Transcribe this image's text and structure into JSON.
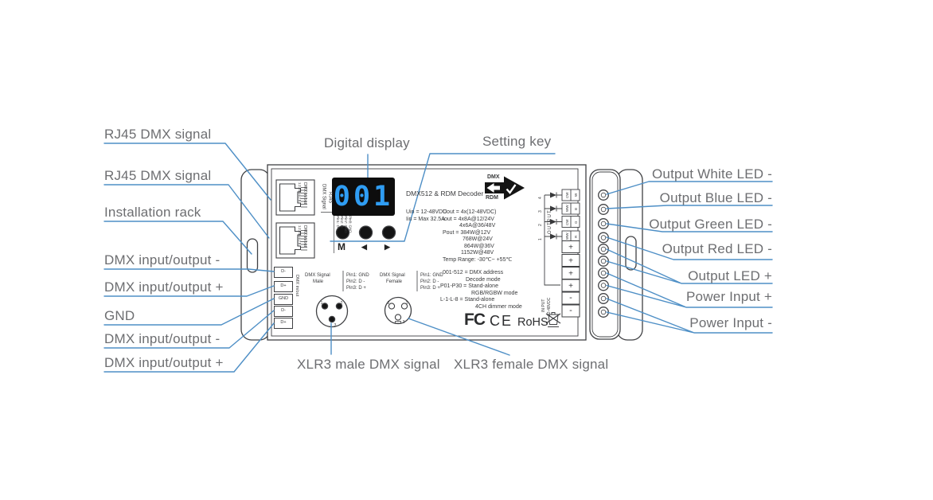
{
  "colors": {
    "callout_line": "#4e8fc6",
    "label_text": "#6d6e71",
    "outline": "#3f4043",
    "display_digits": "#2f9df3",
    "display_bg": "#0d0d0d"
  },
  "callouts": {
    "top": [
      "Digital display",
      "Setting key"
    ],
    "left": [
      "RJ45 DMX signal",
      "RJ45 DMX signal",
      "Installation rack",
      "DMX input/output -",
      "DMX input/output +",
      "GND",
      "DMX input/output -",
      "DMX input/output +"
    ],
    "right": [
      "Output White LED -",
      "Output Blue LED -",
      "Output Green LED -",
      "Output Red LED -",
      "Output LED +",
      "Power Input +",
      "Power Input -"
    ],
    "bottom": [
      "XLR3 male DMX signal",
      "XLR3 female DMX signal"
    ]
  },
  "device": {
    "title": "DMX512 & RDM Decoder",
    "display_value": "001",
    "keys": [
      "M",
      "◀",
      "▶"
    ],
    "logo": {
      "dmx": "DMX",
      "rdm": "RDM"
    },
    "rj45": {
      "jack1_label": "DMX in/out",
      "jack2_label": "DMX in/out",
      "jack1_pins": "12345678",
      "jack2_pins": "12345678",
      "signal_line1": "DMX Signal",
      "signal_line2": "RJ45",
      "pinout": [
        "Pin1: D+",
        "Pin2: D-",
        "Pin7: GND",
        "Pin8: GND"
      ]
    },
    "specs": {
      "uin": "Uin = 12-48VDC",
      "iin": "Iin  = Max 32.5A",
      "uout": "Uout = 4x(12-48VDC)",
      "iout": "Iout  = 4x8A@12/24V",
      "iout2": "4x6A@36/48V",
      "pout": "Pout =  384W@12V",
      "pout2": "768W@24V",
      "pout3": "864W@36V",
      "pout4": "1152W@48V",
      "temp": "Temp Range: -30℃~ +55℃"
    },
    "modes": [
      "001-512 = DMX address",
      "Decode mode",
      "P01-P30 = Stand-alone",
      "RGB/RGBW mode",
      "L-1-L-8 = Stand-alone",
      "4CH dimmer mode"
    ],
    "dmx_terminals": {
      "labels": [
        "D-",
        "D+",
        "GND",
        "D-",
        "D+"
      ],
      "side_label": "DMX in/out"
    },
    "xlr_male": {
      "name1": "DMX Signal",
      "name2": "Male",
      "pinout": [
        "Pin1: GND",
        "Pin2: D -",
        "Pin3: D +"
      ],
      "marks": [
        "1",
        "2",
        "3"
      ]
    },
    "xlr_female": {
      "name1": "DMX Signal",
      "name2": "Female",
      "pinout": [
        "Pin1: GND",
        "Pin2: D -",
        "Pin3: D +"
      ],
      "marks": [
        "2",
        "1",
        "3"
      ]
    },
    "certs": [
      "FC",
      "CE",
      "RoHS"
    ],
    "output": {
      "label": "OUTPUT",
      "channels": [
        {
          "num": "4",
          "a": "CW",
          "b": "W"
        },
        {
          "num": "3",
          "a": "WW",
          "b": "B"
        },
        {
          "num": "2",
          "a": "CW",
          "b": "G"
        },
        {
          "num": "1",
          "a": "WW",
          "b": "R"
        }
      ]
    },
    "input": {
      "label": "IN PUT",
      "voltage": "12-48VDC",
      "terminals": [
        "+",
        "+",
        "+",
        "+",
        "-",
        "-"
      ]
    }
  }
}
